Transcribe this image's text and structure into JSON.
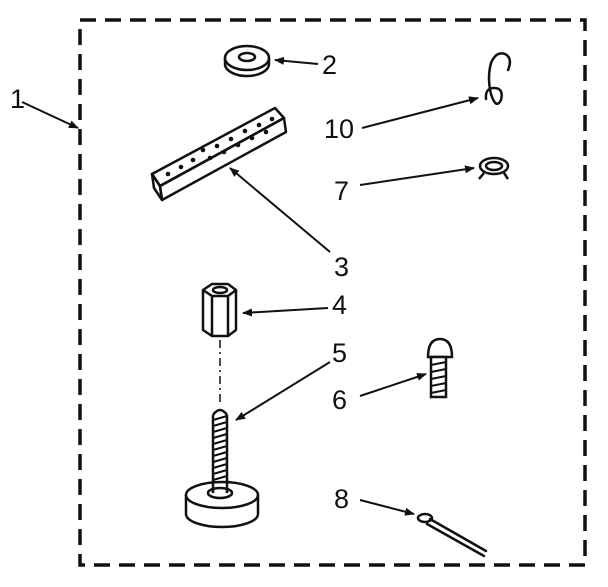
{
  "colors": {
    "ink": "#111111",
    "background": "#ffffff"
  },
  "callouts": {
    "c1": "1",
    "c2": "2",
    "c3": "3",
    "c4": "4",
    "c5": "5",
    "c6": "6",
    "c7": "7",
    "c8": "8",
    "c10": "10"
  }
}
